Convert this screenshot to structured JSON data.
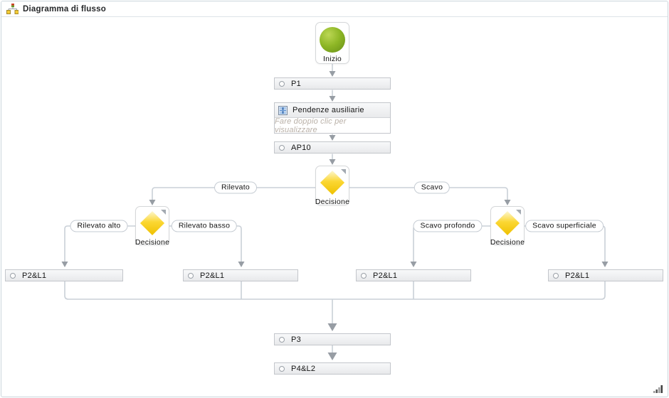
{
  "header": {
    "title": "Diagramma di flusso"
  },
  "flow": {
    "start": {
      "label": "Inizio"
    },
    "subprocess": {
      "title": "Pendenze ausiliarie",
      "hint": "Fare doppio clic per visualizzare"
    },
    "tasks": {
      "p1": "P1",
      "ap10": "AP10",
      "p2l1_1": "P2&L1",
      "p2l1_2": "P2&L1",
      "p2l1_3": "P2&L1",
      "p2l1_4": "P2&L1",
      "p3": "P3",
      "p4l2": "P4&L2"
    },
    "decisions": {
      "main": "Decisione",
      "left": "Decisione",
      "right": "Decisione"
    },
    "branches": {
      "main_left": "Rilevato",
      "main_right": "Scavo",
      "left_a": "Rilevato alto",
      "left_b": "Rilevato basso",
      "right_a": "Scavo profondo",
      "right_b": "Scavo superficiale"
    }
  },
  "colors": {
    "start_node": "#8db625",
    "decision_node": "#f6c800",
    "connector": "#cad0d7",
    "arrowhead": "#979da4",
    "task_border": "#c3c6cb",
    "hint_text": "#b9b0a7"
  }
}
